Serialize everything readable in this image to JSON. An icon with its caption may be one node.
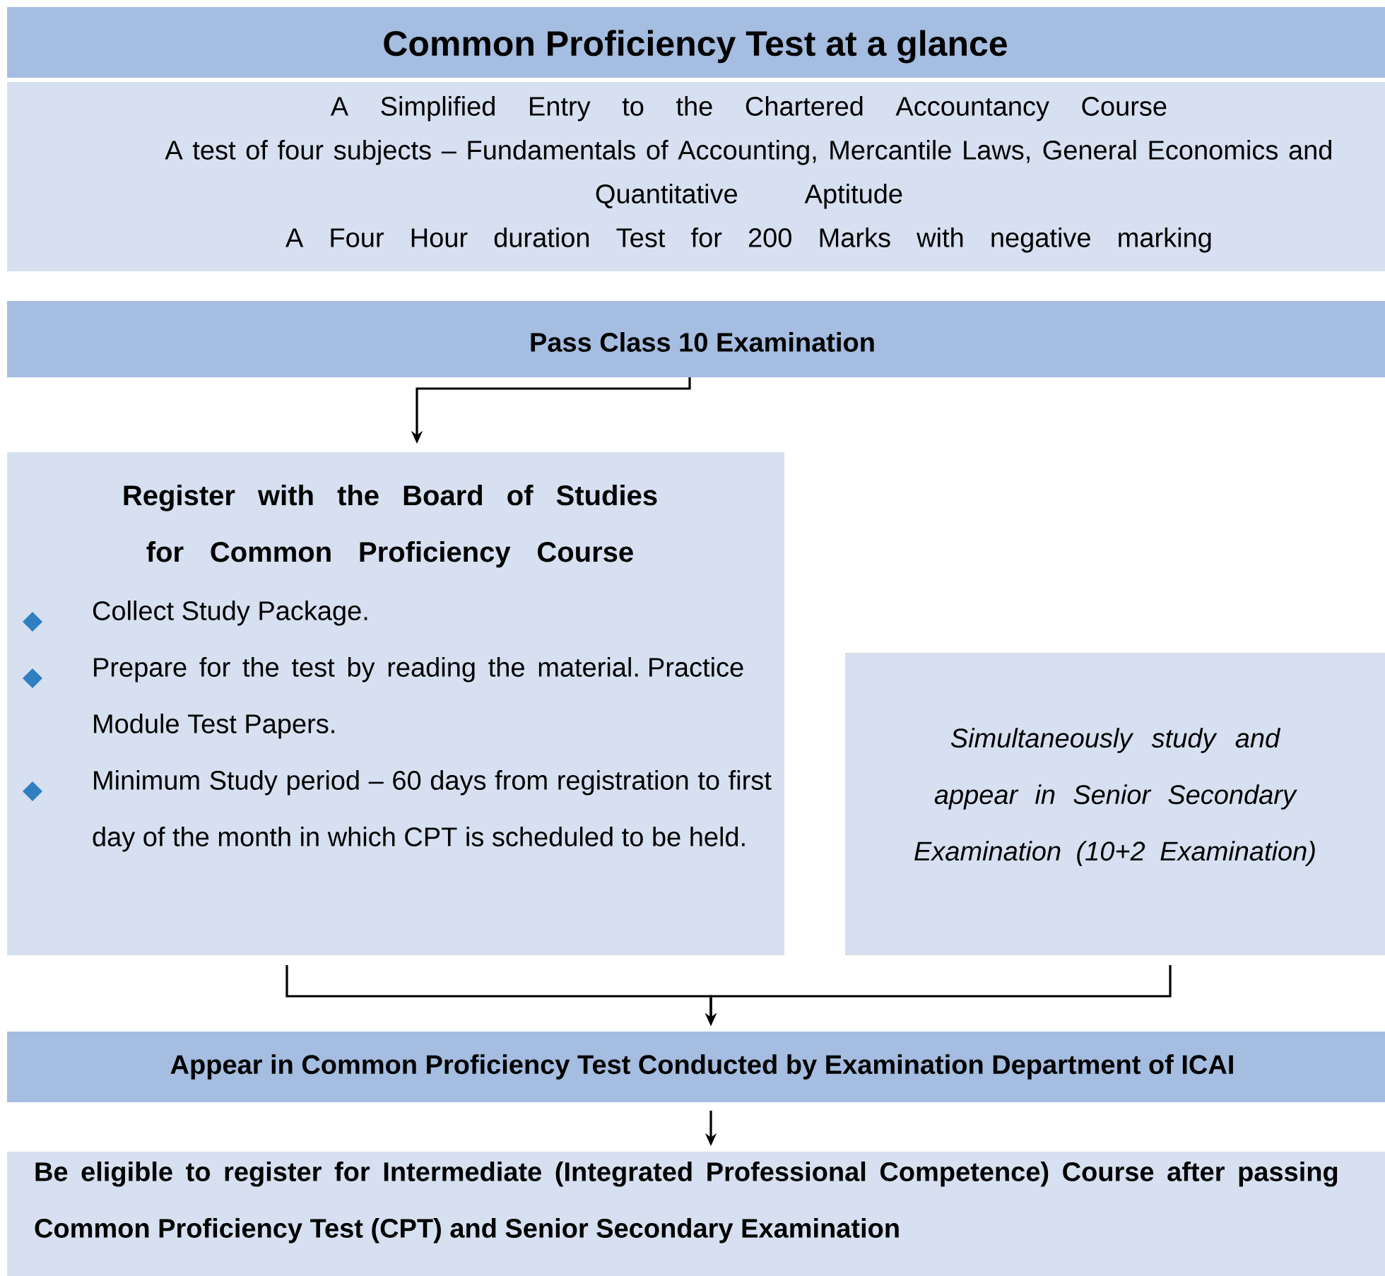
{
  "diagram": {
    "nodes": [
      {
        "text": [
          "Common Proficiency Test at a glance",
          "A Simplified Entry to the Chartered Accountancy Course",
          "A test of four subjects – Fundamentals of Accounting, Mercantile Laws, General Economics and Quantitative Aptitude",
          "A Four Hour duration Test for 200 Marks with negative marking"
        ]
      },
      {
        "text": [
          "Pass Class 10 Examination"
        ]
      },
      {
        "text": [
          "Register with the Board of Studies for Common Proficiency Course",
          "Collect Study Package.",
          "Prepare for the test by reading the material. Practice Module Test Papers.",
          "Minimum Study period – 60 days from registration to first day of the month in which CPT is scheduled to be held."
        ]
      },
      {
        "text": [
          "Simultaneously study and appear in Senior Secondary Examination (10+2 Examination)"
        ]
      },
      {
        "text": [
          "Appear in Common Proficiency Test Conducted by Examination Department of ICAI"
        ]
      },
      {
        "text": [
          "Be eligible to register for Intermediate (Integrated Professional Competence) Course after passing Common Proficiency Test (CPT) and Senior Secondary Examination"
        ]
      }
    ],
    "edges": [
      {
        "from": 1,
        "to": 2,
        "arrow": "to"
      },
      {
        "from": 2,
        "to": 4,
        "arrow": "to"
      },
      {
        "from": 3,
        "to": 4,
        "arrow": "to"
      },
      {
        "from": 4,
        "to": 5,
        "arrow": "to"
      }
    ]
  }
}
